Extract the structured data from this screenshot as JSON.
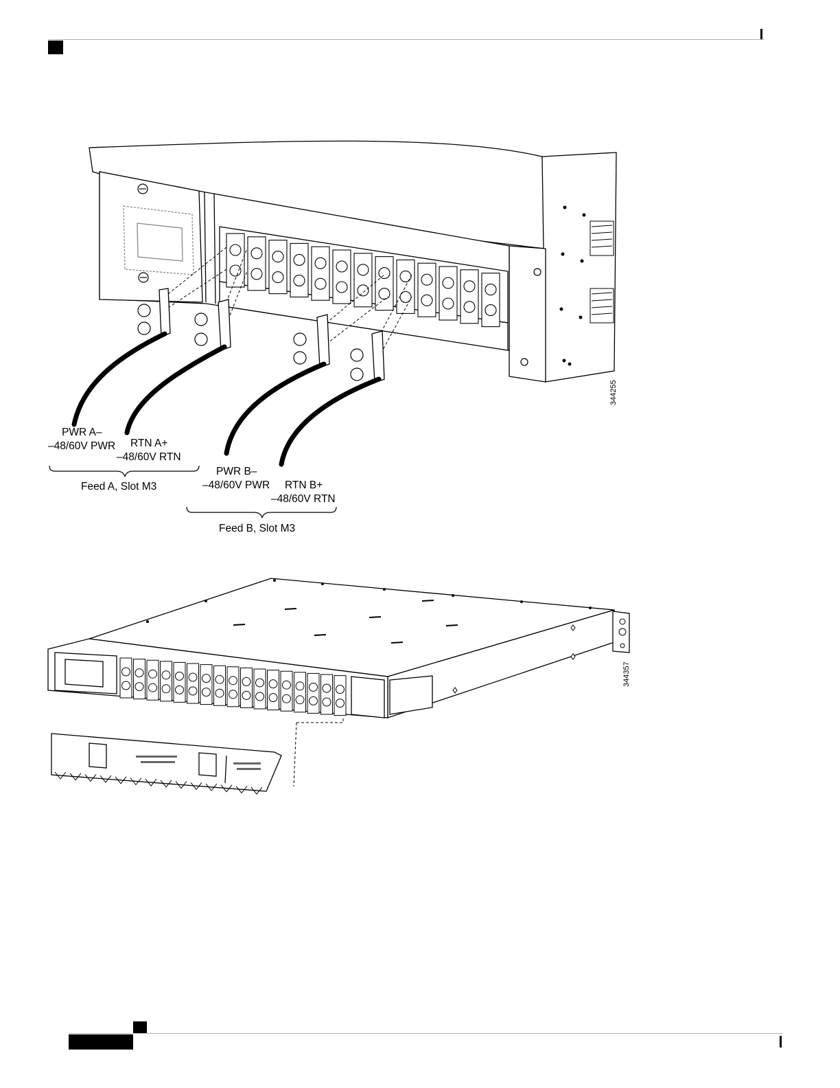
{
  "figure1": {
    "labels": {
      "pwr_a": "PWR A–",
      "pwr_a_sub": "–48/60V PWR",
      "rtn_a": "RTN A+",
      "rtn_a_sub": "–48/60V RTN",
      "pwr_b": "PWR B–",
      "pwr_b_sub": "–48/60V PWR",
      "rtn_b": "RTN B+",
      "rtn_b_sub": "–48/60V RTN",
      "feed_a": "Feed A, Slot M3",
      "feed_b": "Feed B, Slot M3"
    },
    "figure_id": "344255"
  },
  "figure2": {
    "figure_id": "344357"
  }
}
